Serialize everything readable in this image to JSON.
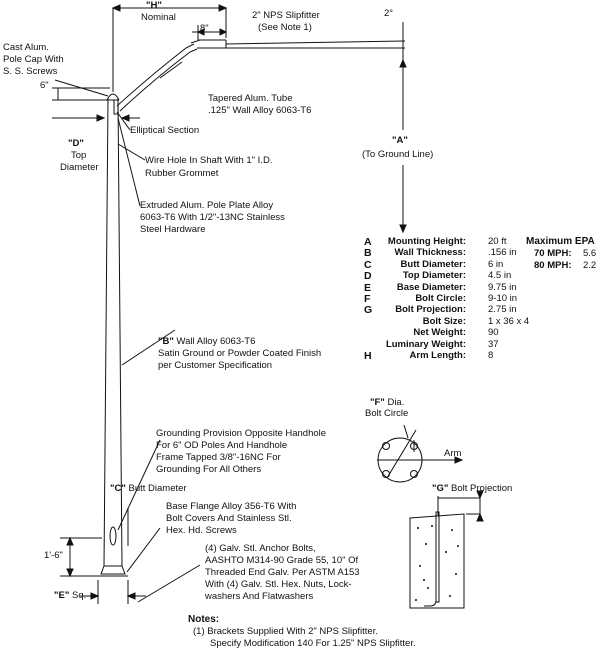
{
  "dims": {
    "h_label": "\"H\"",
    "h_sub": "Nominal",
    "eight": "8\"",
    "slip_1": "2\" NPS Slipfitter",
    "slip_2": "(See Note 1)",
    "two_deg": "2°",
    "six": "6\"",
    "d_label": "\"D\"",
    "d_sub_1": "Top",
    "d_sub_2": "Diameter",
    "a_label": "\"A\"",
    "a_sub": "(To Ground Line)",
    "one_six": "1'-6\"",
    "e_label": "\"E\"",
    "e_sub": "Sq."
  },
  "callouts": {
    "cap": [
      "Cast Alum.",
      "Pole Cap With",
      "S. S. Screws"
    ],
    "tube": [
      "Tapered Alum. Tube",
      ".125\" Wall Alloy 6063-T6"
    ],
    "elliptical": "Elliptical Section",
    "wire": [
      "Wire Hole In Shaft With 1\" I.D.",
      "Rubber Grommet"
    ],
    "plate": [
      "Extruded Alum. Pole Plate Alloy",
      "6063-T6 With 1/2\"-13NC Stainless",
      "Steel Hardware"
    ],
    "b_prefix": "\"B\"",
    "b_line1": " Wall Alloy 6063-T6",
    "b_line2": "Satin Ground or Powder Coated Finish",
    "b_line3": "per Customer Specification",
    "grounding": [
      "Grounding Provision Opposite Handhole",
      "For 6\" OD Poles And Handhole",
      "Frame Tapped 3/8\"-16NC For",
      "Grounding For All Others"
    ],
    "c_prefix": "\"C\"",
    "c_rest": " Butt Diameter",
    "base": [
      "Base Flange Alloy 356-T6 With",
      "Bolt Covers And Stainless Stl.",
      "Hex. Hd. Screws"
    ],
    "anchor": [
      "(4) Galv. Stl. Anchor Bolts,",
      "AASHTO M314-90 Grade 55, 10\" Of",
      "Threaded End Galv. Per ASTM A153",
      "With (4) Galv. Stl. Hex. Nuts, Lock-",
      "washers And Flatwashers"
    ],
    "f_prefix": "\"F\"",
    "f_rest": " Dia.",
    "f_line2": "Bolt Circle",
    "arm": "Arm",
    "g_prefix": "\"G\"",
    "g_rest": " Bolt Projection"
  },
  "specs": [
    {
      "letter": "A",
      "label": "Mounting Height:",
      "value": "20 ft"
    },
    {
      "letter": "B",
      "label": "Wall Thickness:",
      "value": ".156 in"
    },
    {
      "letter": "C",
      "label": "Butt Diameter:",
      "value": "6 in"
    },
    {
      "letter": "D",
      "label": "Top Diameter:",
      "value": "4.5 in"
    },
    {
      "letter": "E",
      "label": "Base Diameter:",
      "value": "9.75 in"
    },
    {
      "letter": "F",
      "label": "Bolt Circle:",
      "value": "9-10 in"
    },
    {
      "letter": "G",
      "label": "Bolt Projection:",
      "value": "2.75 in"
    },
    {
      "letter": "",
      "label": "Bolt Size:",
      "value": "1 x 36 x 4"
    },
    {
      "letter": "",
      "label": "Net Weight:",
      "value": "90"
    },
    {
      "letter": "",
      "label": "Luminary Weight:",
      "value": "37"
    },
    {
      "letter": "H",
      "label": "Arm Length:",
      "value": "8"
    }
  ],
  "epa": {
    "title": "Maximum EPA",
    "rows": [
      {
        "label": "70 MPH:",
        "value": "5.6"
      },
      {
        "label": "80 MPH:",
        "value": "2.2"
      }
    ]
  },
  "notes": {
    "title": "Notes:",
    "line1": "(1) Brackets Supplied With 2\" NPS Slipfitter.",
    "line2": "Specify Modification 140 For 1.25\" NPS Slipfitter."
  }
}
